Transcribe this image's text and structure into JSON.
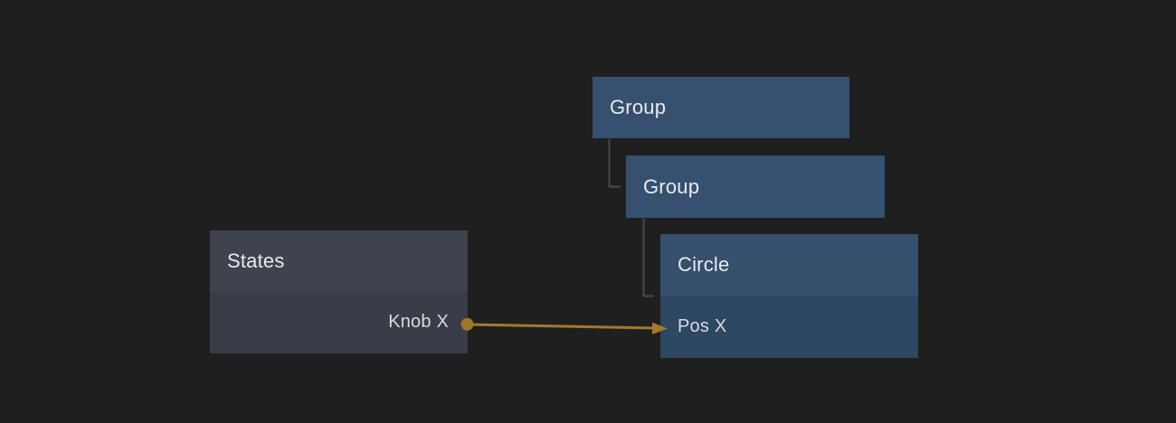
{
  "canvas": {
    "background_color": "#1f1f1f",
    "connector_color": "#4a4a4a"
  },
  "nodes": {
    "group1": {
      "title": "Group",
      "header_color": "#36506f"
    },
    "group2": {
      "title": "Group",
      "header_color": "#36506f"
    },
    "circle": {
      "title": "Circle",
      "header_color": "#35506d",
      "body_color": "#2e4762",
      "ports": [
        {
          "label": "Pos X",
          "direction": "input"
        }
      ]
    },
    "states": {
      "title": "States",
      "header_color": "#3f434e",
      "body_color": "#383d47",
      "ports": [
        {
          "label": "Knob X",
          "direction": "output"
        }
      ]
    }
  },
  "connections": [
    {
      "from_node": "States",
      "from_port": "Knob X",
      "to_node": "Circle",
      "to_port": "Pos X",
      "color": "#a3792b"
    }
  ],
  "hierarchy_connectors": [
    {
      "parent": "Group",
      "child": "Group"
    },
    {
      "parent": "Group",
      "child": "Circle"
    }
  ]
}
